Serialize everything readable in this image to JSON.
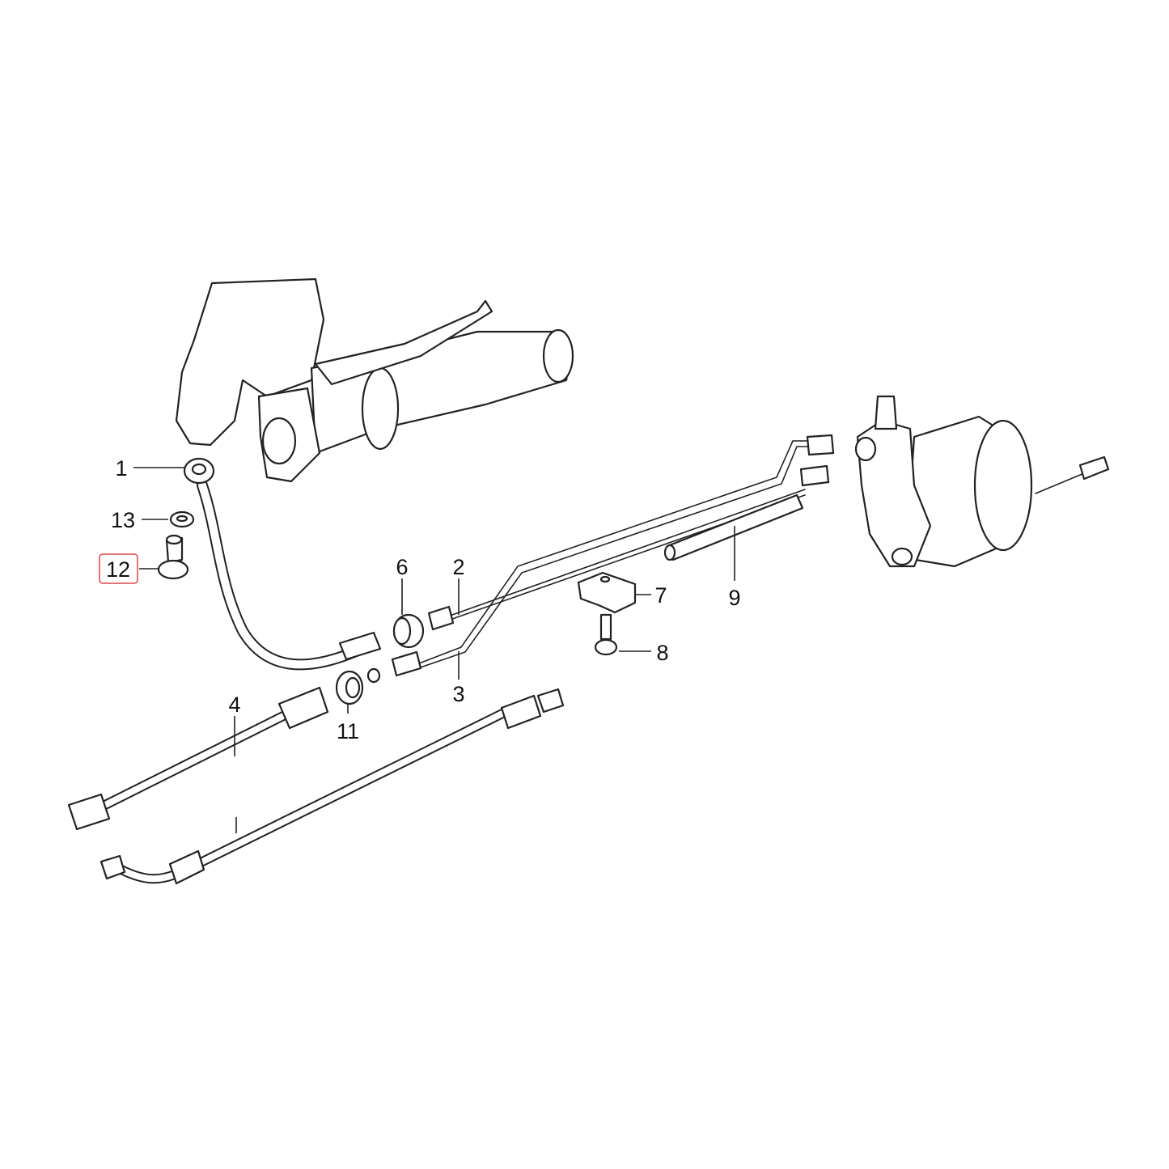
{
  "diagram": {
    "callouts": [
      {
        "id": "1",
        "label": "1"
      },
      {
        "id": "13",
        "label": "13"
      },
      {
        "id": "12",
        "label": "12",
        "highlighted": true
      },
      {
        "id": "6",
        "label": "6"
      },
      {
        "id": "2",
        "label": "2"
      },
      {
        "id": "7",
        "label": "7"
      },
      {
        "id": "9",
        "label": "9"
      },
      {
        "id": "8",
        "label": "8"
      },
      {
        "id": "3",
        "label": "3"
      },
      {
        "id": "4",
        "label": "4"
      },
      {
        "id": "11",
        "label": "11"
      }
    ],
    "highlight_color": "#e0474c"
  }
}
